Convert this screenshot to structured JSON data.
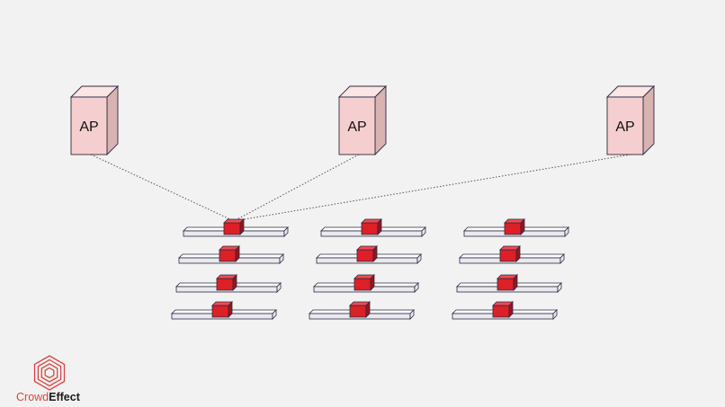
{
  "colors": {
    "background": "#f3f2f2",
    "ap_front": "#f5cfcf",
    "ap_top": "#fbe5e5",
    "ap_side": "#d9b2b2",
    "outline": "#2b2b44",
    "device_front": "#dd1f26",
    "device_top": "#f04a4f",
    "device_side": "#9c1218",
    "desk_top": "#ffffff",
    "desk_front": "#e9e9ee",
    "brand": "#d9443f",
    "brand_dark": "#1a1a1a",
    "link": "#555555"
  },
  "access_points": [
    {
      "label": "AP"
    },
    {
      "label": "AP"
    },
    {
      "label": "AP"
    }
  ],
  "desk_grid": {
    "columns": 3,
    "rows": 4
  },
  "brand": {
    "icon": "hexagon-logo-icon",
    "name_part1": "Crowd",
    "name_part2": "Effect"
  }
}
